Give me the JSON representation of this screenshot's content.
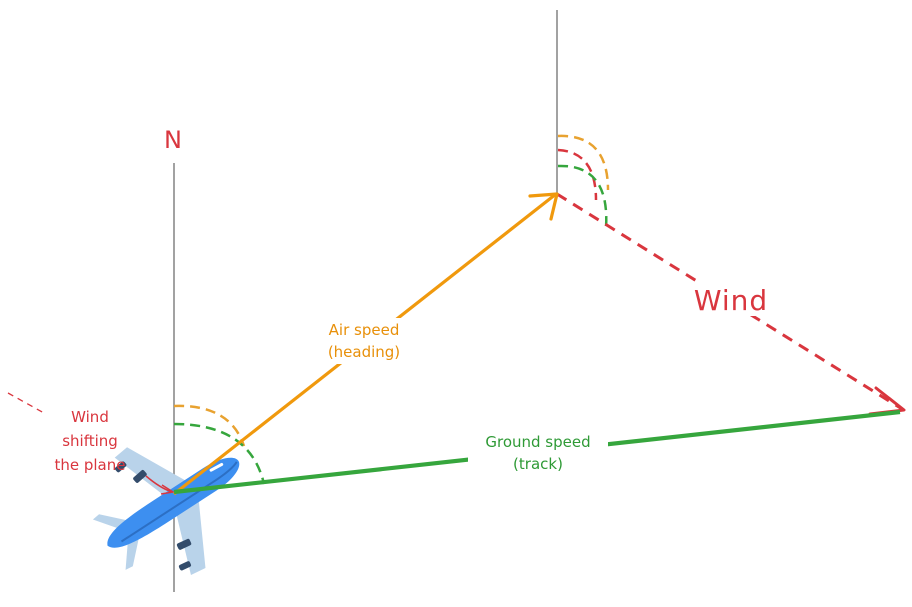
{
  "labels": {
    "north": "N",
    "wind": "Wind",
    "air_speed_line1": "Air speed",
    "air_speed_line2": "(heading)",
    "ground_speed_line1": "Ground speed",
    "ground_speed_line2": "(track)",
    "shift_line1": "Wind",
    "shift_line2": "shifting",
    "shift_line3": "the plane"
  },
  "colors": {
    "air": "#f0990d",
    "ground": "#36a63d",
    "wind": "#d9363e",
    "north_line": "#8a8a8a",
    "plane_body": "#3d8ff0",
    "plane_wing": "#b9d3ea",
    "plane_engine": "#334c6b"
  }
}
